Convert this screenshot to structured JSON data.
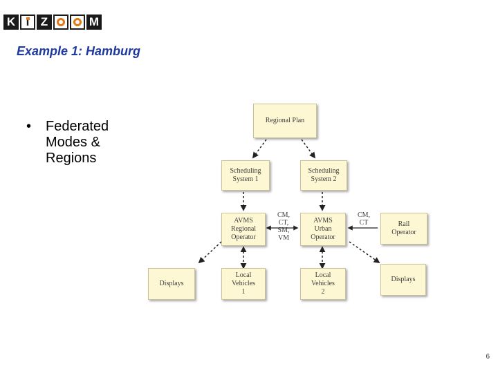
{
  "logo": {
    "alt": "KIZOOM",
    "letters": [
      "K",
      "i",
      "Z",
      "O",
      "O",
      "M"
    ]
  },
  "slide": {
    "title": "Example 1:  Hamburg",
    "bullet_symbol": "•",
    "bullet_text": "Federated Modes & Regions",
    "page_number": "6"
  },
  "diagram": {
    "nodes": {
      "regional_plan": "Regional Plan",
      "scheduling_1": "Scheduling\nSystem 1",
      "scheduling_2": "Scheduling\nSystem 2",
      "avms_regional": "AVMS\nRegional\nOperator",
      "avms_urban": "AVMS\nUrban\nOperator",
      "rail_operator": "Rail\nOperator",
      "displays_left": "Displays",
      "local_vehicles_1": "Local\nVehicles\n1",
      "local_vehicles_2": "Local\nVehicles\n2",
      "displays_right": "Displays"
    },
    "edge_labels": {
      "between_avms": "CM,\nCT,\nSM,\nVM",
      "rail_to_urban": "CM,\nCT"
    }
  }
}
